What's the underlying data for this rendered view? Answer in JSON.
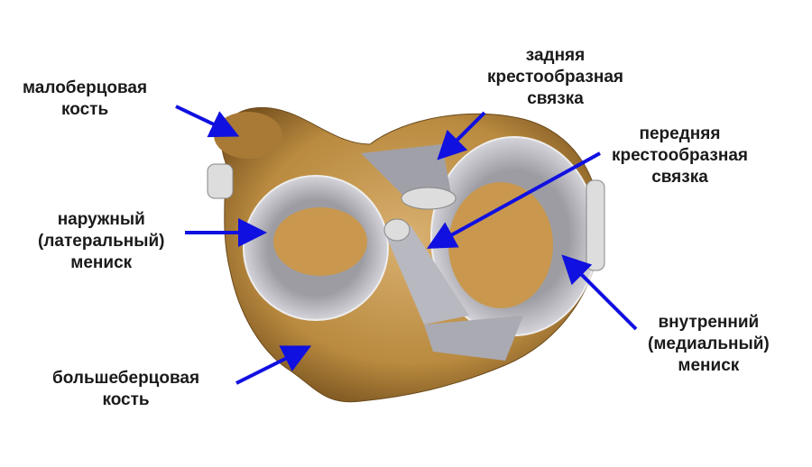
{
  "labels": {
    "fibula": [
      "малоберцовая",
      "кость"
    ],
    "posterior_cruciate": [
      "задняя",
      "крестообразная",
      "связка"
    ],
    "anterior_cruciate": [
      "передняя",
      "крестообразная",
      "связка"
    ],
    "lateral_meniscus": [
      "наружный",
      "(латеральный)",
      "мениск"
    ],
    "medial_meniscus": [
      "внутренний",
      "(медиальный)",
      "мениск"
    ],
    "tibia": [
      "большеберцовая",
      "кость"
    ]
  },
  "colors": {
    "arrow": "#1010e0",
    "bone": "#b88a3c",
    "meniscus": "#c8c8cc",
    "text": "#1a1a1a"
  }
}
